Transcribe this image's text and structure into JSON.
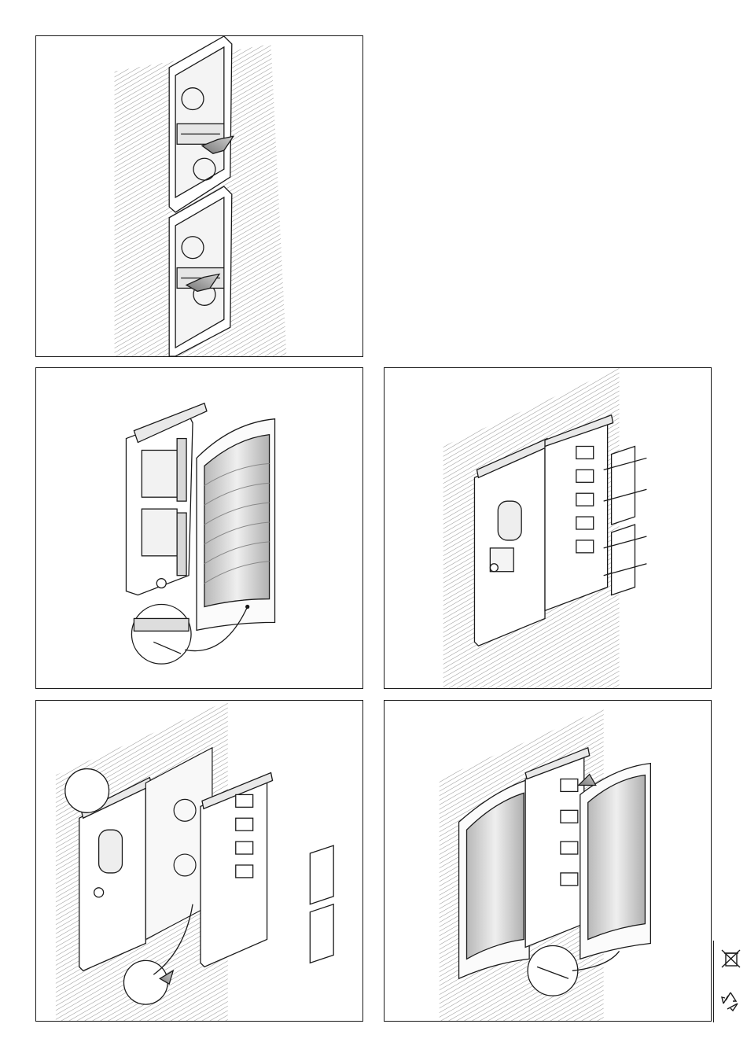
{
  "document": {
    "type": "installation-instruction-sheet",
    "panels": [
      {
        "id": "step-1",
        "depicts": "flush-mounting-boxes-joined"
      },
      {
        "id": "step-2",
        "depicts": "module-frame-and-front-cover"
      },
      {
        "id": "step-3",
        "depicts": "wired-modules-with-clips"
      },
      {
        "id": "step-4",
        "depicts": "frame-fixing-and-clips"
      },
      {
        "id": "step-5",
        "depicts": "covers-fitted"
      }
    ],
    "symbols": [
      {
        "id": "weee",
        "icon": "crossed-bin-icon"
      },
      {
        "id": "recycle",
        "icon": "recycle-icon"
      }
    ]
  },
  "colors": {
    "line": "#1a1a1a",
    "hatch": "#6a6a6a",
    "glass": "#c8c8c8",
    "arrow": "#9a9a9a",
    "paper": "#ffffff"
  }
}
